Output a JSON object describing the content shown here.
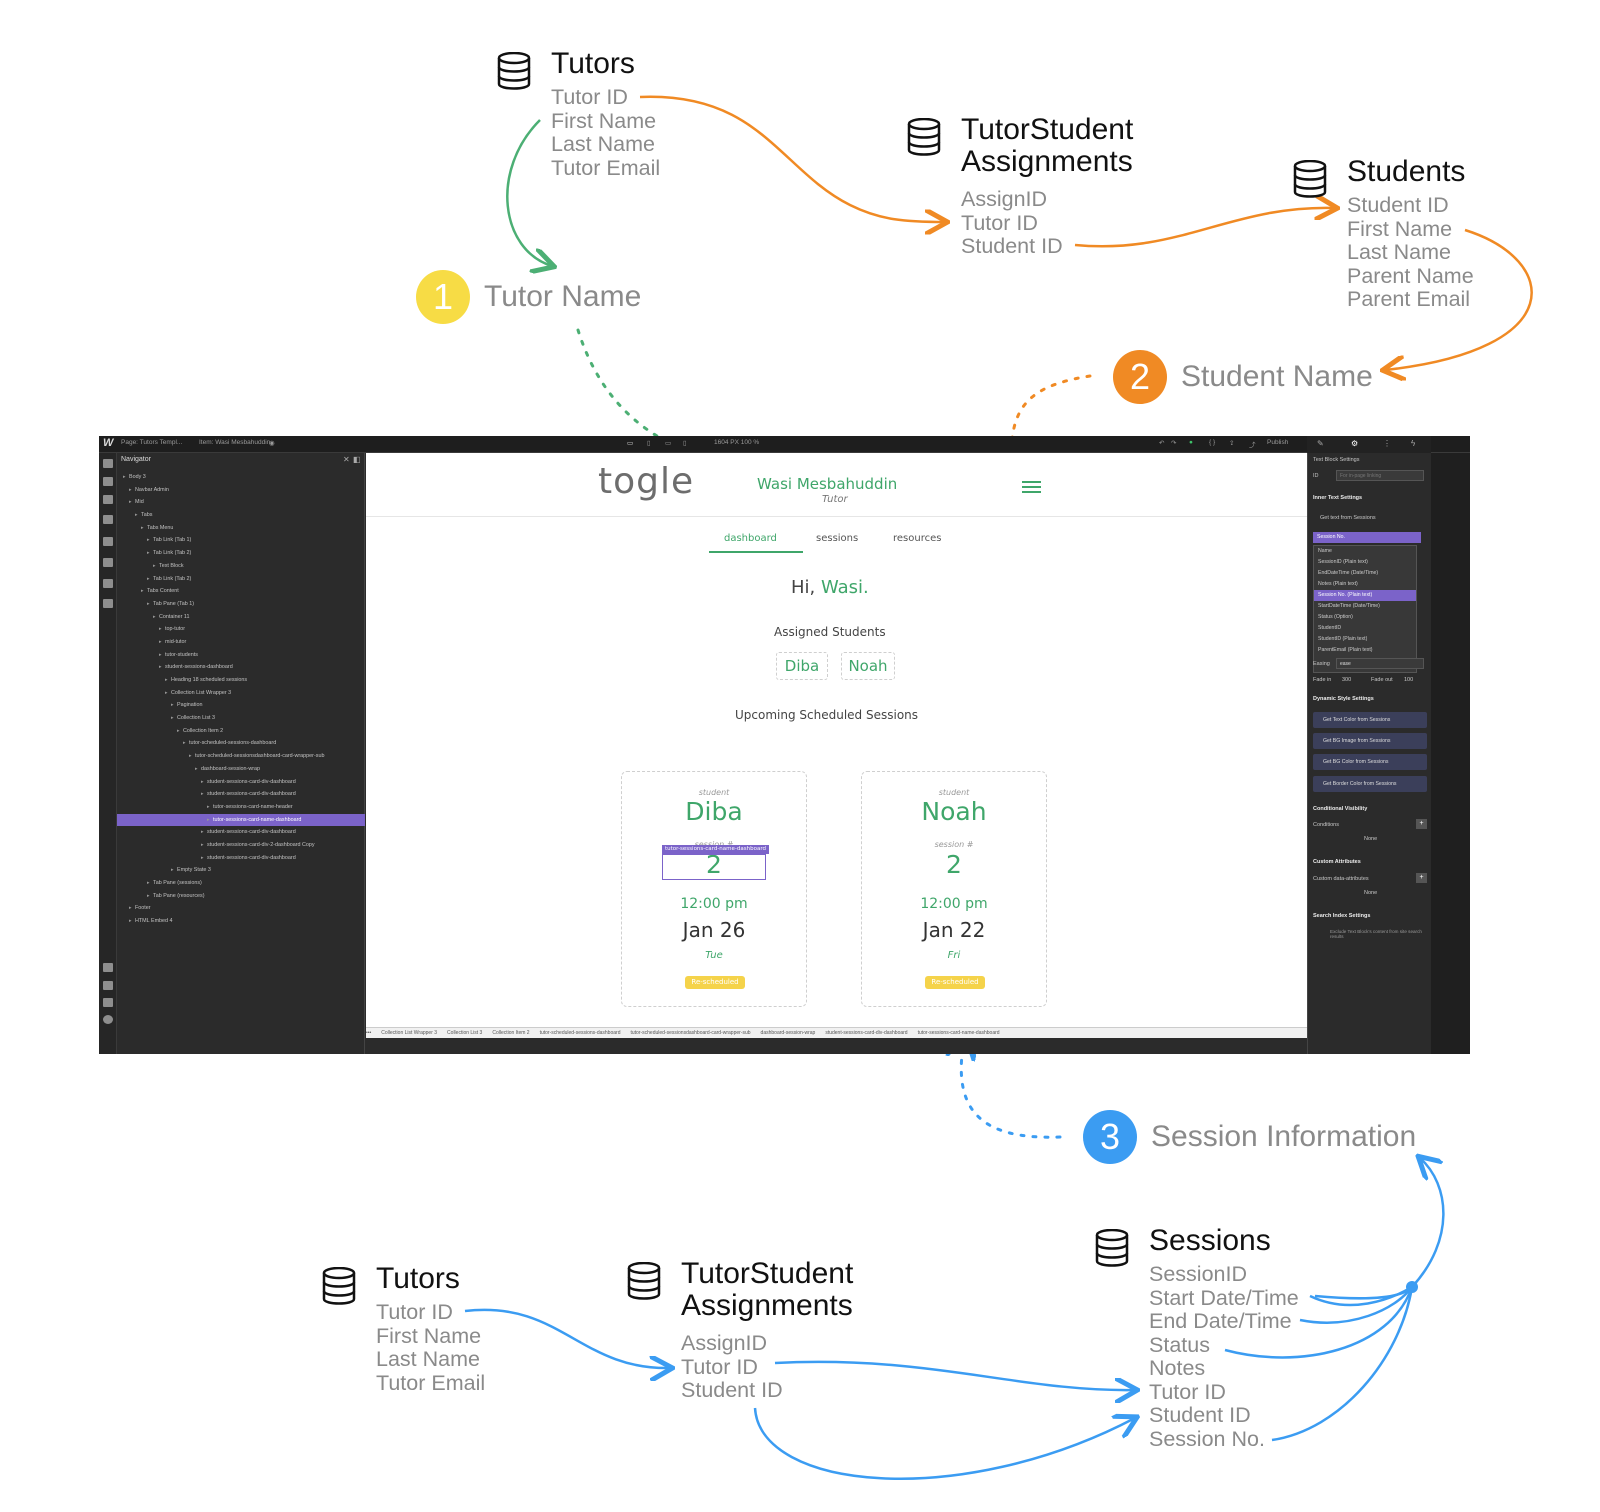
{
  "diagram": {
    "db_top_tutors": {
      "title": "Tutors",
      "fields": [
        "Tutor ID",
        "First Name",
        "Last Name",
        "Tutor Email"
      ]
    },
    "db_top_assign": {
      "title_line1": "TutorStudent",
      "title_line2": "Assignments",
      "fields": [
        "AssignID",
        "Tutor ID",
        "Student ID"
      ]
    },
    "db_top_students": {
      "title": "Students",
      "fields": [
        "Student ID",
        "First Name",
        "Last Name",
        "Parent Name",
        "Parent Email"
      ]
    },
    "step1": {
      "number": "1",
      "label": "Tutor Name",
      "color": "#f7dc45"
    },
    "step2": {
      "number": "2",
      "label": "Student Name",
      "color": "#f08a24"
    },
    "step3": {
      "number": "3",
      "label": "Session Information",
      "color": "#3b9cf2"
    },
    "db_bot_tutors": {
      "title": "Tutors",
      "fields": [
        "Tutor ID",
        "First Name",
        "Last Name",
        "Tutor Email"
      ]
    },
    "db_bot_assign": {
      "title_line1": "TutorStudent",
      "title_line2": "Assignments",
      "fields": [
        "AssignID",
        "Tutor ID",
        "Student ID"
      ]
    },
    "db_bot_sessions": {
      "title": "Sessions",
      "fields": [
        "SessionID",
        "Start Date/Time",
        "End Date/Time",
        "Status",
        "Notes",
        "Tutor ID",
        "Student ID",
        "Session No."
      ]
    },
    "colors": {
      "green": "#4caf74",
      "orange": "#f08a24",
      "blue": "#3b9cf2",
      "yellow": "#f5d53a"
    }
  },
  "editor": {
    "topbar": {
      "page": "Page: Tutors Templ...",
      "item": "Item: Wasi Mesbahuddin",
      "size": "1604 PX  100 %",
      "publish": "Publish"
    },
    "navigator": {
      "title": "Navigator",
      "tree": [
        "Body 3",
        "Navbar Admin",
        "Mid",
        "Tabs",
        "Tabs Menu",
        "Tab Link (Tab 1)",
        "Tab Link (Tab 2)",
        "Text Block",
        "Tab Link (Tab 2)",
        "Tabs Content",
        "Tab Pane (Tab 1)",
        "Container 11",
        "top-tutor",
        "mid-tutor",
        "tutor-students",
        "student-sessions-dashboard",
        "Heading 18 scheduled sessions",
        "Collection List Wrapper 3",
        "Pagination",
        "Collection List 3",
        "Collection Item 2",
        "tutor-scheduled-sessions-dashboard",
        "tutor-scheduled-sessionsdashboard-card-wrapper-sub",
        "dashboard-session-wrap",
        "student-sessions-card-div-dashboard",
        "student-sessions-card-div-dashboard",
        "tutor-sessions-card-name-header",
        "tutor-sessions-card-name-dashboard",
        "student-sessions-card-div-dashboard",
        "student-sessions-card-div-2-dashboard Copy",
        "student-sessions-card-div-dashboard",
        "Empty State 3",
        "Tab Pane (sessions)",
        "Tab Pane (resources)",
        "Footer",
        "HTML Embed 4"
      ]
    },
    "site": {
      "logo": "togle",
      "tutor_name": "Wasi Mesbahuddin",
      "tutor_role": "Tutor",
      "tabs": [
        "dashboard",
        "sessions",
        "resources"
      ],
      "greeting_prefix": "Hi, ",
      "greeting_name": "Wasi.",
      "assigned_heading": "Assigned Students",
      "students": [
        "Diba",
        "Noah"
      ],
      "upcoming_heading": "Upcoming Scheduled Sessions",
      "selected_element_tag": "tutor-sessions-card-name-dashboard",
      "cards": [
        {
          "student_label": "student",
          "student": "Diba",
          "session_label": "session #",
          "session_no": "2",
          "time": "12:00 pm",
          "date": "Jan 26",
          "weekday": "Tue",
          "status": "Re-scheduled"
        },
        {
          "student_label": "student",
          "student": "Noah",
          "session_label": "session #",
          "session_no": "2",
          "time": "12:00 pm",
          "date": "Jan 22",
          "weekday": "Fri",
          "status": "Re-scheduled"
        }
      ]
    },
    "breadcrumbs": [
      "Collection List Wrapper 3",
      "Collection List 3",
      "Collection Item 2",
      "tutor-scheduled-sessions-dashboard",
      "tutor-scheduled-sessionsdashboard-card-wrapper-sub",
      "dashboard-session-wrap",
      "student-sessions-card-div-dashboard",
      "tutor-sessions-card-name-dashboard"
    ],
    "settings": {
      "text_block_settings": "Text Block Settings",
      "id_label": "ID",
      "id_placeholder": "For in-page linking",
      "inner_text_settings": "Inner Text Settings",
      "get_text_from": "Get text from  Sessions",
      "selected_field": "Session No.",
      "fields": [
        "Name",
        "SessionID (Plain text)",
        "EndDateTime (Date/Time)",
        "Notes (Plain text)",
        "Session No. (Plain text)",
        "StartDateTime (Date/Time)",
        "Status (Option)",
        "StudentID",
        "StudentID (Plain text)",
        "ParentEmail (Plain text)"
      ],
      "easing_label": "Easing",
      "easing_value": "ease",
      "fade_in_label": "Fade in",
      "fade_in_value": "300",
      "fade_out_label": "Fade out",
      "fade_out_value": "100",
      "dynamic_style": "Dynamic Style Settings",
      "dynamic_buttons": [
        "Get Text Color from  Sessions",
        "Get BG Image from  Sessions",
        "Get BG Color from  Sessions",
        "Get Border Color from  Sessions"
      ],
      "conditional_visibility": "Conditional Visibility",
      "conditions_label": "Conditions",
      "none_1": "None",
      "custom_attributes": "Custom Attributes",
      "custom_attr_label": "Custom data-attributes",
      "none_2": "None",
      "search_index": "Search Index Settings",
      "search_exclude": "Exclude Text Block's content from site search results"
    }
  }
}
